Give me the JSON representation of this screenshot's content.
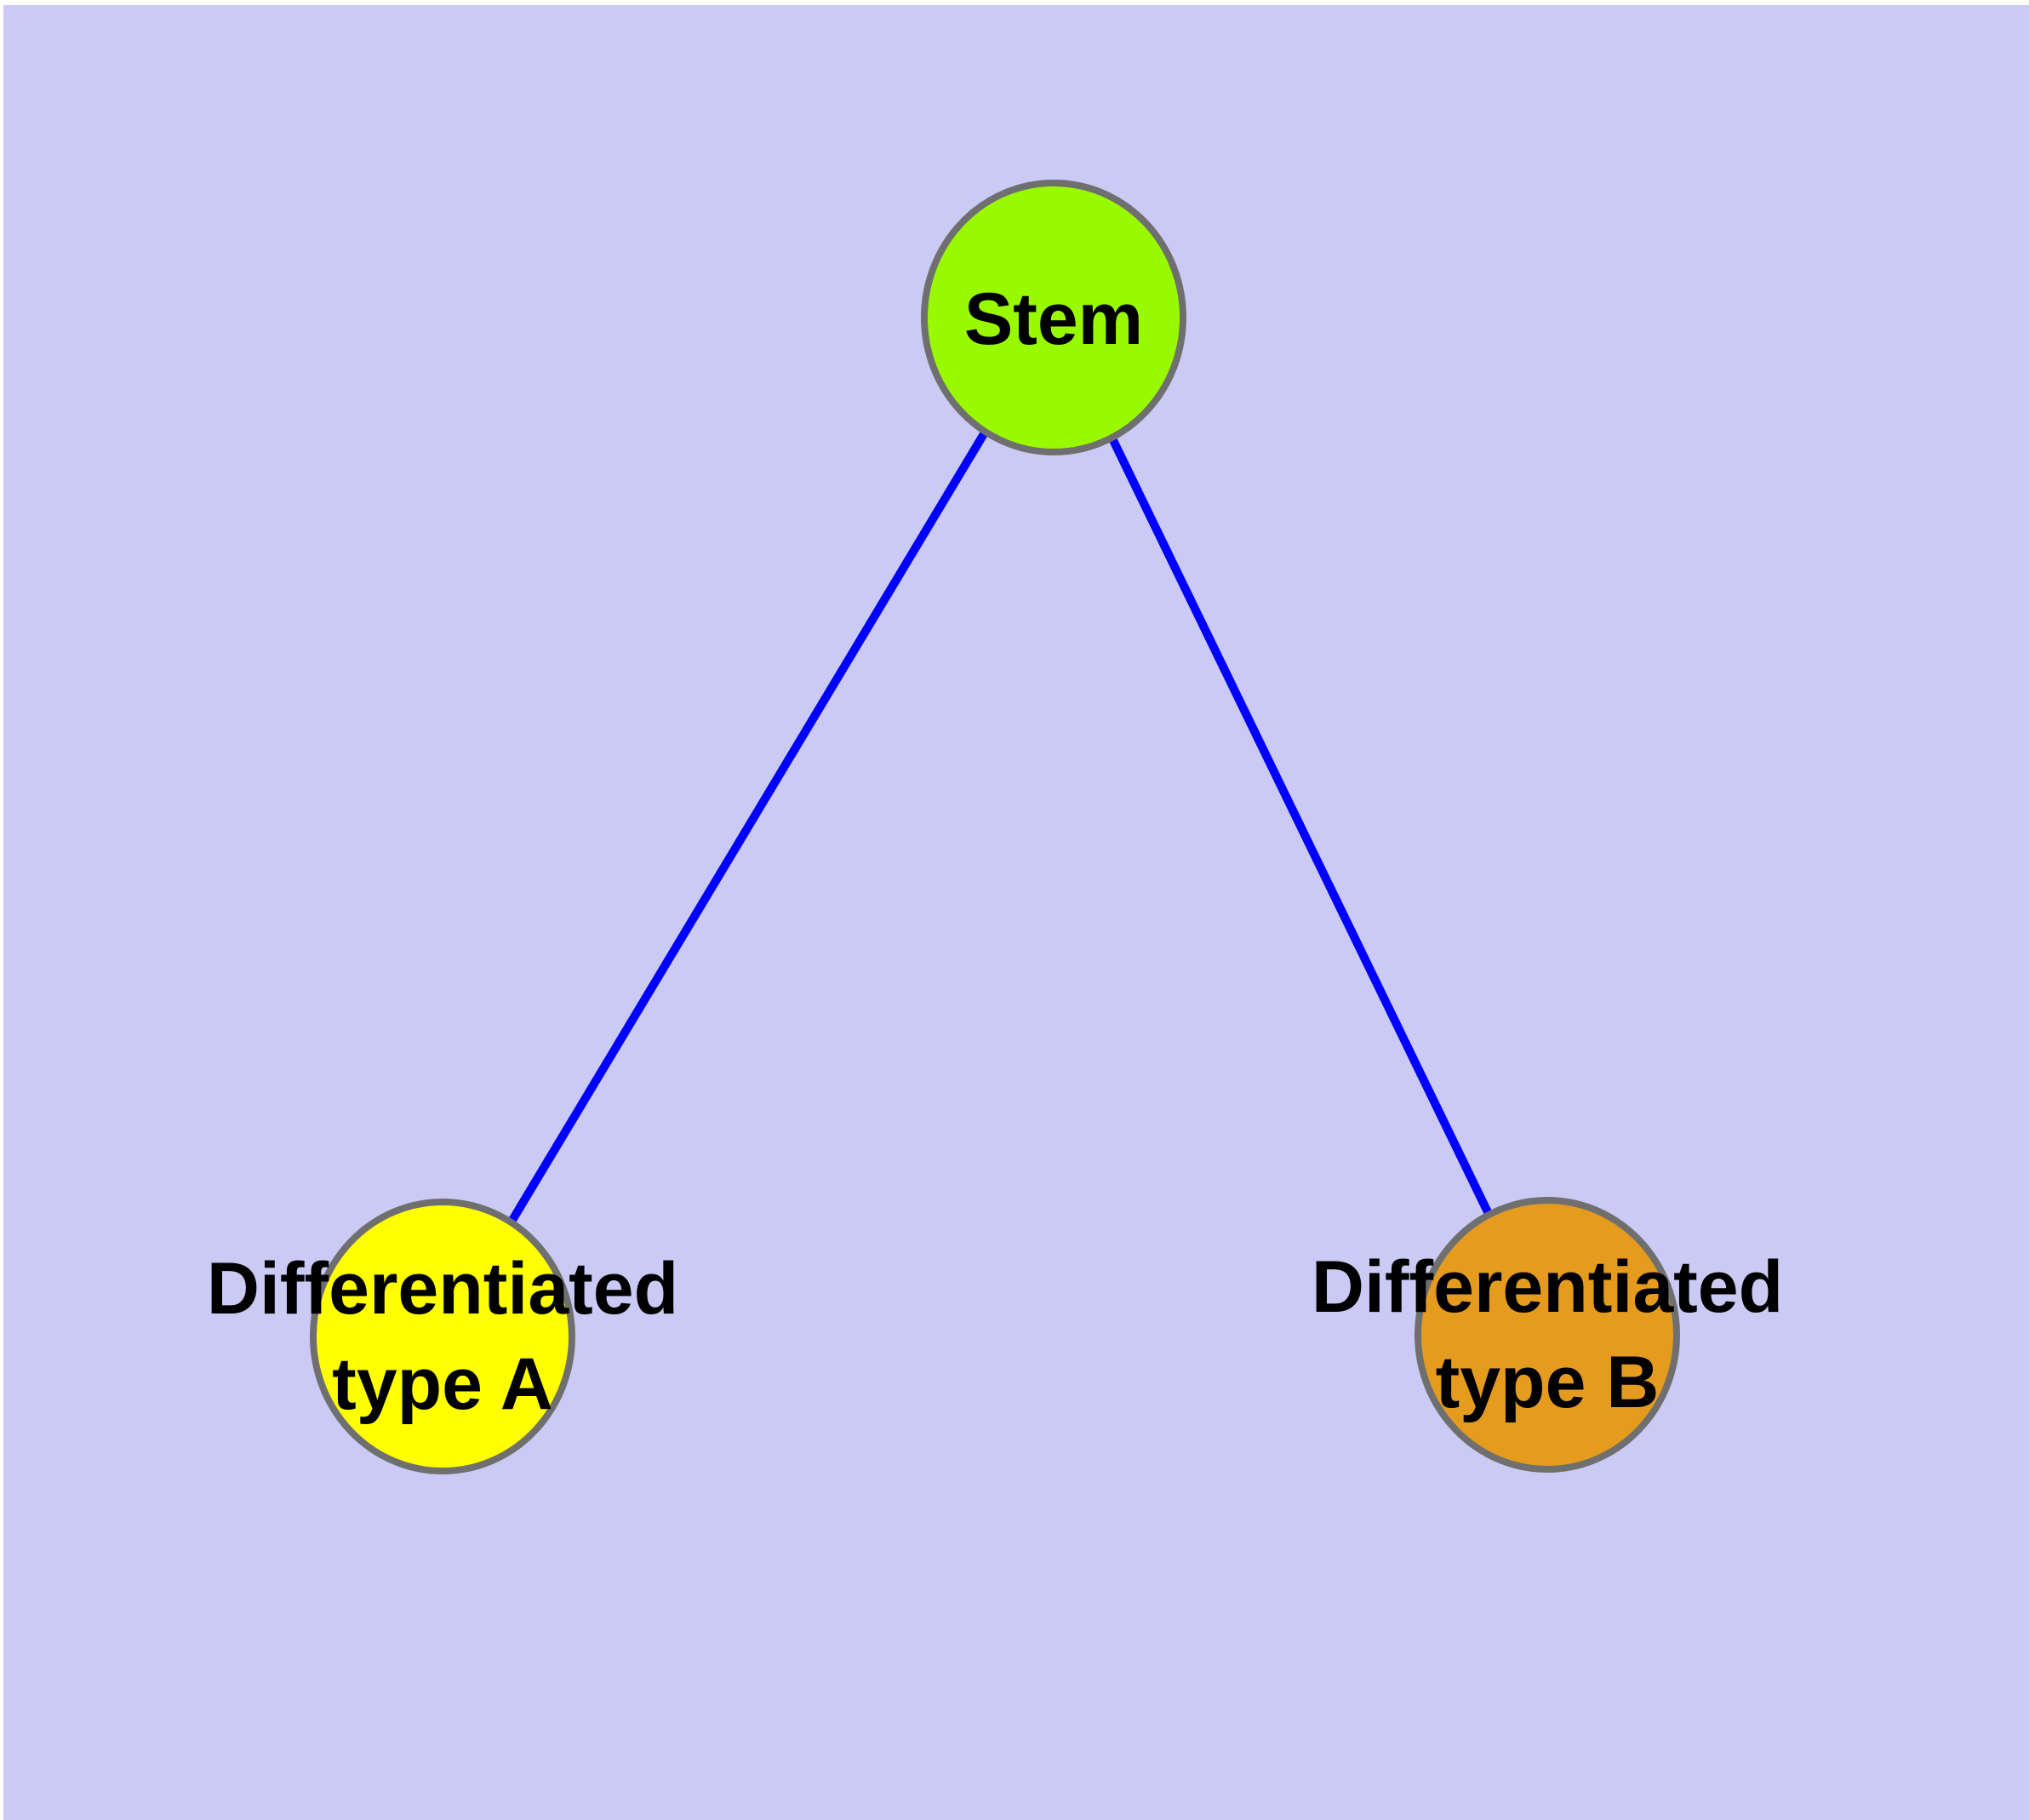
{
  "diagram": {
    "type": "graph",
    "nodes": {
      "stem": {
        "id": "stem",
        "label": "Stem",
        "fill": "#99FA00"
      },
      "type_a": {
        "id": "type_a",
        "label": "Differentiated\ntype A",
        "fill": "#FFFF00"
      },
      "type_b": {
        "id": "type_b",
        "label": "Differentiated\ntype B",
        "fill": "#E49B1E"
      }
    },
    "edges": [
      {
        "from": "stem",
        "to": "type_a"
      },
      {
        "from": "stem",
        "to": "type_b"
      }
    ],
    "colors": {
      "background": "#CACAF5",
      "edge": "#0000FF",
      "node_border": "#6F6F6F",
      "label_text": "#000000"
    }
  }
}
